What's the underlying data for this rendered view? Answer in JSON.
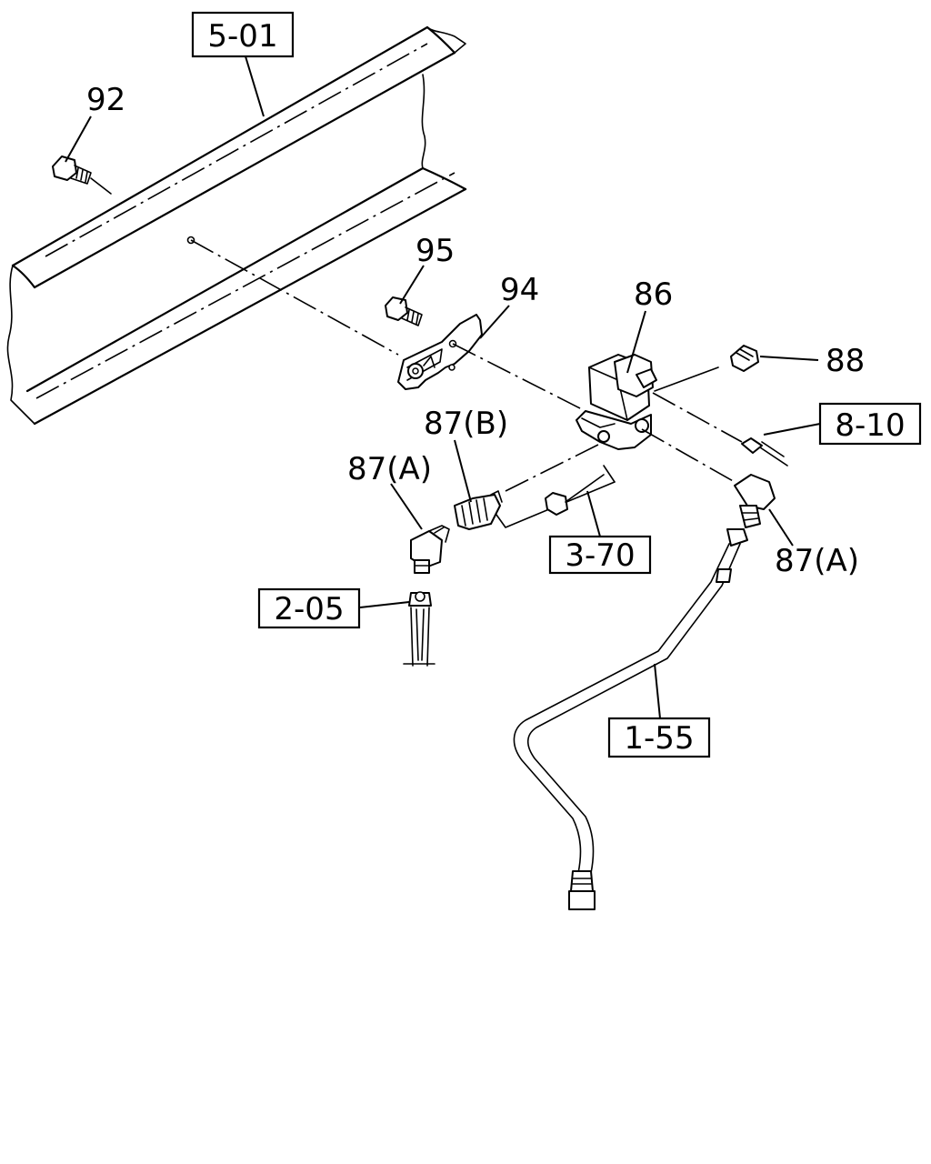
{
  "diagram": {
    "references": {
      "r501": "5-01",
      "r810": "8-10",
      "r370": "3-70",
      "r205": "2-05",
      "r155": "1-55"
    },
    "parts": {
      "p92": "92",
      "p95": "95",
      "p94": "94",
      "p86": "86",
      "p88": "88",
      "p87b": "87(B)",
      "p87a_left": "87(A)",
      "p87a_right": "87(A)"
    }
  }
}
